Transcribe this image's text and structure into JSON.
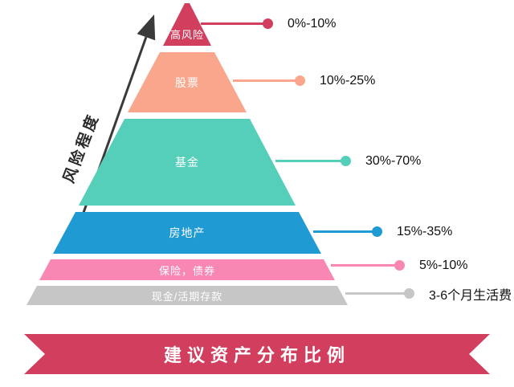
{
  "diagram": {
    "axis": {
      "label": "风险程度",
      "arrow_color": "#3a3a3a"
    },
    "banner": {
      "text": "建议资产分布比例",
      "color": "#d23f5e",
      "text_color": "#ffffff"
    },
    "layers": [
      {
        "label": "高风险",
        "value": "0%-10%",
        "color": "#d23f5e"
      },
      {
        "label": "股票",
        "value": "10%-25%",
        "color": "#f9a68c"
      },
      {
        "label": "基金",
        "value": "30%-70%",
        "color": "#55cfb9"
      },
      {
        "label": "房地产",
        "value": "15%-35%",
        "color": "#1f9ad3"
      },
      {
        "label": "保险，债券",
        "value": "5%-10%",
        "color": "#f888b3"
      },
      {
        "label": "现金/活期存款",
        "value": "3-6个月生活费",
        "color": "#c6c6c6"
      }
    ]
  }
}
